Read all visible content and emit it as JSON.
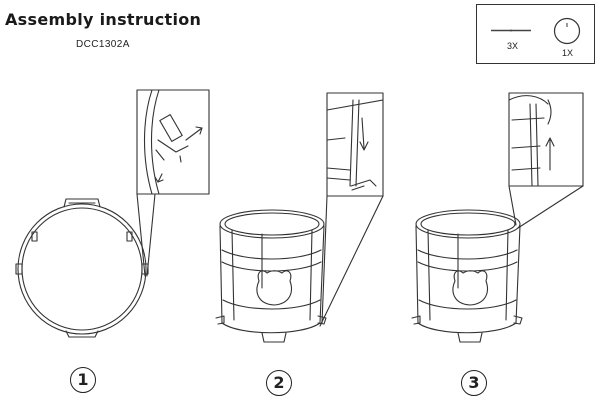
{
  "header": {
    "title": "Assembly instruction",
    "model_code": "DCC1302A"
  },
  "parts": {
    "items": [
      {
        "icon": "support-rod-icon",
        "quantity": "3X"
      },
      {
        "icon": "round-disc-icon",
        "quantity": "1X"
      }
    ]
  },
  "steps": [
    {
      "number": "1"
    },
    {
      "number": "2"
    },
    {
      "number": "3"
    }
  ],
  "colors": {
    "line": "#333333",
    "panel": "#ffffff"
  }
}
